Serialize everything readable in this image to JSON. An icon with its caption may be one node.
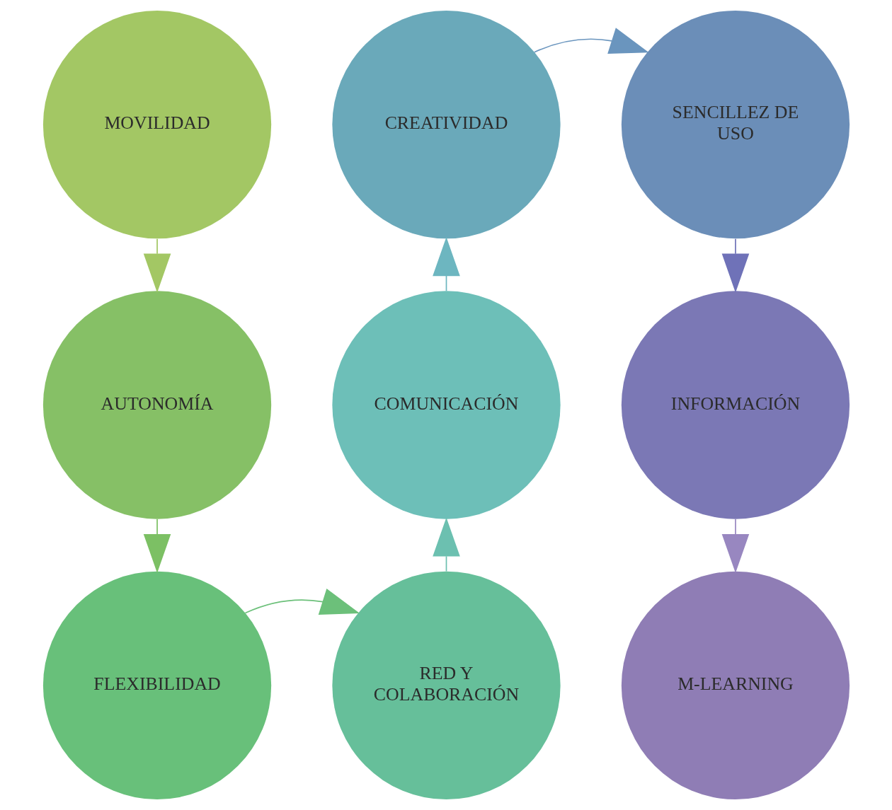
{
  "diagram": {
    "nodes": [
      {
        "text": [
          "MOVILIDAD"
        ]
      },
      {
        "text": [
          "CREATIVIDAD"
        ]
      },
      {
        "text": [
          "SENCILLEZ DE USO"
        ]
      },
      {
        "text": [
          "AUTONOMÍA"
        ]
      },
      {
        "text": [
          "COMUNICACIÓN"
        ]
      },
      {
        "text": [
          "INFORMACIÓN"
        ]
      },
      {
        "text": [
          "FLEXIBILIDAD"
        ]
      },
      {
        "text": [
          "RED Y COLABORACIÓN"
        ]
      },
      {
        "text": [
          "M-LEARNING"
        ]
      }
    ],
    "edges": [
      {
        "from": 0,
        "to": 3,
        "arrow": "to",
        "color": "#a3c764"
      },
      {
        "from": 3,
        "to": 6,
        "arrow": "to",
        "color": "#7cc064"
      },
      {
        "from": 6,
        "to": 7,
        "arrow": "to",
        "color": "#6cc07a"
      },
      {
        "from": 7,
        "to": 4,
        "arrow": "to",
        "color": "#6cc0b0"
      },
      {
        "from": 4,
        "to": 1,
        "arrow": "to",
        "color": "#6db6c0"
      },
      {
        "from": 1,
        "to": 2,
        "arrow": "to",
        "color": "#6a95be"
      },
      {
        "from": 2,
        "to": 5,
        "arrow": "to",
        "color": "#6f72b8"
      },
      {
        "from": 5,
        "to": 8,
        "arrow": "to",
        "color": "#9887c0"
      }
    ]
  }
}
